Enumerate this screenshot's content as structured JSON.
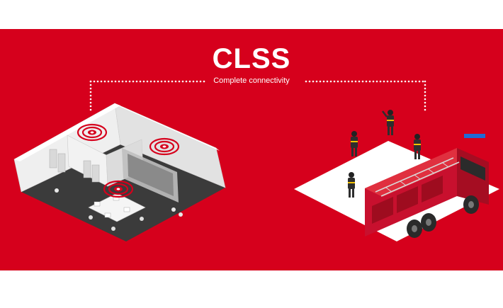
{
  "header": {
    "title": "CLSS",
    "subtitle": "Complete connectivity"
  },
  "colors": {
    "banner": "#d6001c",
    "text": "#ffffff",
    "floor": "#3a3a3a",
    "wall": "#e6e6e6",
    "truck": "#c8102e"
  },
  "scenes": {
    "left": "office-building-cutaway",
    "right": "fire-truck-with-firefighters"
  }
}
